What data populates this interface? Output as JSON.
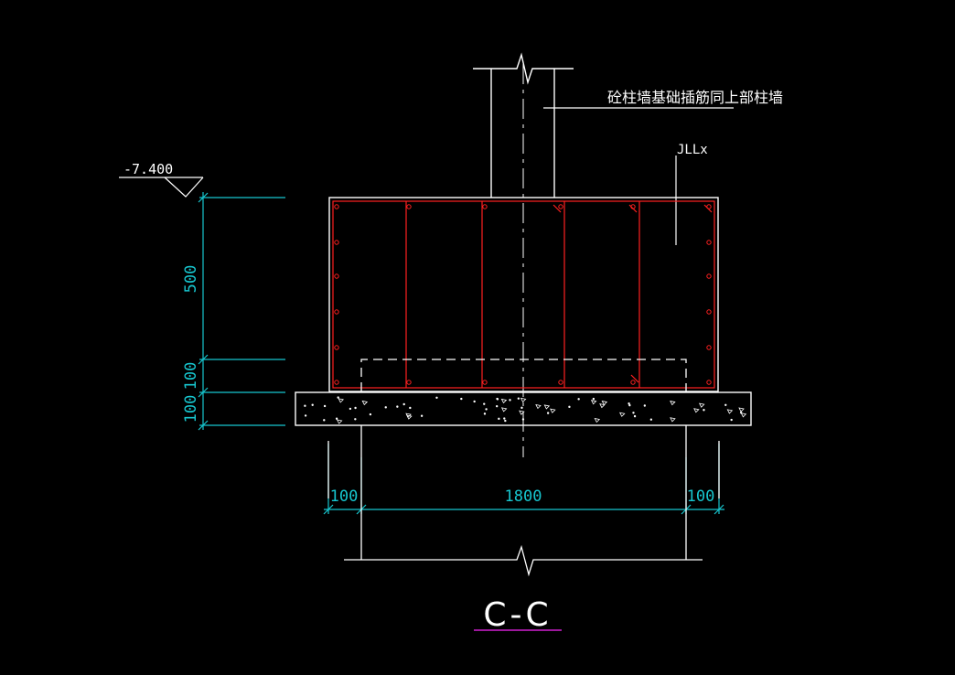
{
  "drawing": {
    "elevation_label": "-7.400",
    "note_label": "砼柱墙基础插筋同上部柱墙",
    "beam_tag": "JLLx",
    "section_title": "C-C",
    "vertical_dims": [
      "500",
      "100",
      "100"
    ],
    "horizontal_dims": [
      "100",
      "1800",
      "100"
    ]
  },
  "colors": {
    "background": "#000000",
    "outline": "#ffffff",
    "rebar": "#ff2020",
    "dimension": "#17c6cf",
    "title_underline": "#d020d0"
  }
}
